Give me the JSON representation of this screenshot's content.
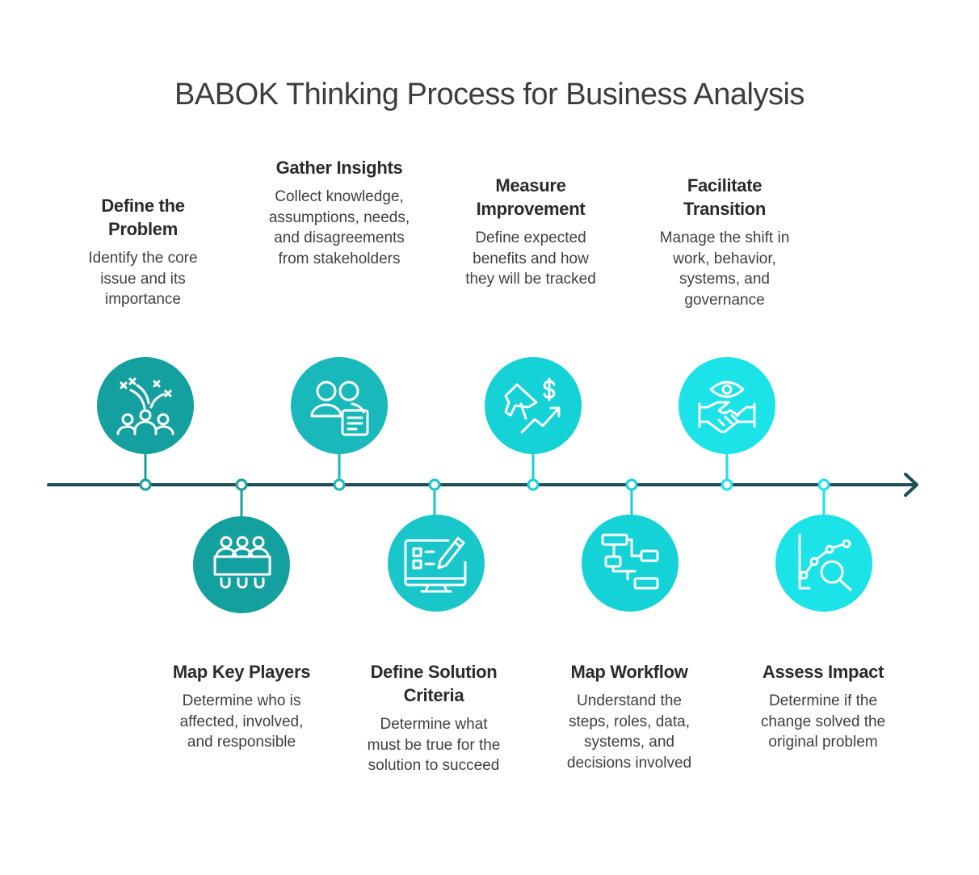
{
  "title": "BABOK Thinking Process for Business Analysis",
  "colors": {
    "line": "#1f4f55",
    "dark_teal": "#14a09f",
    "teal": "#19b8bb",
    "cyan": "#14d2d6",
    "bright_cyan": "#1be3e8",
    "icon_stroke": "#ffffff",
    "title": "#3d3d3d"
  },
  "steps": [
    {
      "title": "Define the Problem",
      "description": "Identify the core issue and its importance",
      "icon": "celebration-people-icon"
    },
    {
      "title": "Map Key Players",
      "description": "Determine who is affected, involved, and responsible",
      "icon": "meeting-table-icon"
    },
    {
      "title": "Gather Insights",
      "description": "Collect knowledge, assumptions, needs, and disagreements from stakeholders",
      "icon": "users-document-icon"
    },
    {
      "title": "Define Solution Criteria",
      "description": "Determine what must be true for the solution to succeed",
      "icon": "monitor-checklist-icon"
    },
    {
      "title": "Measure Improvement",
      "description": "Define expected benefits and how they will be tracked",
      "icon": "megaphone-dollar-growth-icon"
    },
    {
      "title": "Map Workflow",
      "description": "Understand the steps, roles, data, systems, and decisions involved",
      "icon": "workflow-flowchart-icon"
    },
    {
      "title": "Facilitate Transition",
      "description": "Manage the shift in work, behavior, systems, and governance",
      "icon": "handshake-eye-icon"
    },
    {
      "title": "Assess Impact",
      "description": "Determine if the change solved the original problem",
      "icon": "chart-magnifier-icon"
    }
  ]
}
